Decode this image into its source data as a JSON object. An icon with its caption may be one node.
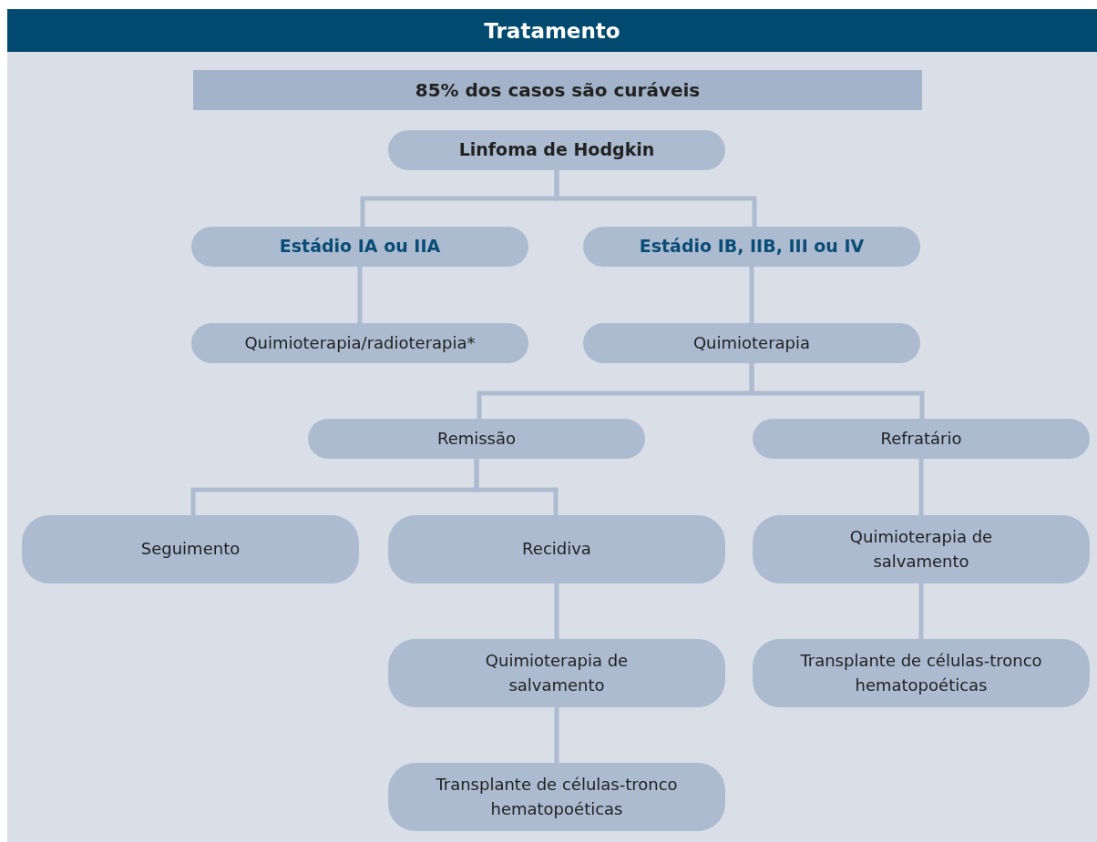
{
  "diagram": {
    "title": "Tratamento",
    "nodes": [
      {
        "text": [
          "85% dos casos são curáveis"
        ]
      },
      {
        "text": [
          "Linfoma de Hodgkin"
        ]
      },
      {
        "text": [
          "Estádio IA ou IIA"
        ]
      },
      {
        "text": [
          "Estádio IB, IIB, III ou IV"
        ]
      },
      {
        "text": [
          "Quimioterapia/radioterapia*"
        ]
      },
      {
        "text": [
          "Quimioterapia"
        ]
      },
      {
        "text": [
          "Remissão"
        ]
      },
      {
        "text": [
          "Refratário"
        ]
      },
      {
        "text": [
          "Seguimento"
        ]
      },
      {
        "text": [
          "Recidiva"
        ]
      },
      {
        "text": [
          "Quimioterapia de salvamento"
        ]
      },
      {
        "text": [
          "Quimioterapia de salvamento"
        ]
      },
      {
        "text": [
          "Transplante de células-tronco hematopoéticas"
        ]
      },
      {
        "text": [
          "Transplante de células-tronco hematopoéticas"
        ]
      }
    ],
    "edges": [
      {
        "from": 1,
        "to": 2,
        "arrow": "none"
      },
      {
        "from": 1,
        "to": 3,
        "arrow": "none"
      },
      {
        "from": 2,
        "to": 4,
        "arrow": "none"
      },
      {
        "from": 3,
        "to": 5,
        "arrow": "none"
      },
      {
        "from": 5,
        "to": 6,
        "arrow": "none"
      },
      {
        "from": 5,
        "to": 7,
        "arrow": "none"
      },
      {
        "from": 6,
        "to": 8,
        "arrow": "none"
      },
      {
        "from": 6,
        "to": 9,
        "arrow": "none"
      },
      {
        "from": 7,
        "to": 10,
        "arrow": "none"
      },
      {
        "from": 9,
        "to": 11,
        "arrow": "none"
      },
      {
        "from": 10,
        "to": 12,
        "arrow": "none"
      },
      {
        "from": 11,
        "to": 13,
        "arrow": "none"
      }
    ]
  }
}
